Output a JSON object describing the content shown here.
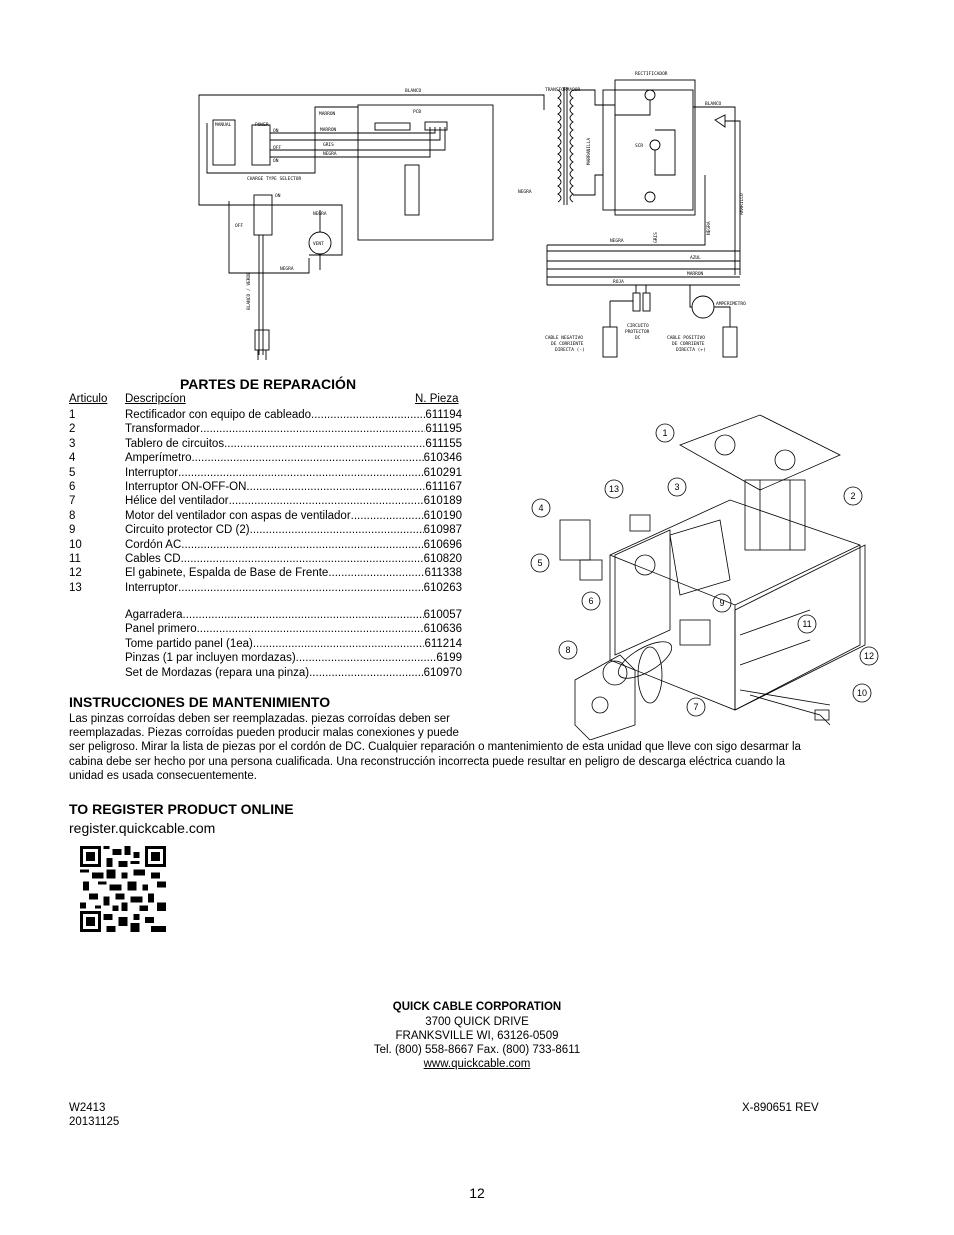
{
  "schematic_labels": {
    "blanco_top": "BLANCO",
    "transformador": "TRANSFORMADOR",
    "rectificador": "RECTIFICADOR",
    "blanco_right": "BLANCO",
    "marron_1": "MARRON",
    "pcb": "PCB",
    "manual": "MANUAL",
    "power": "POWER",
    "on_1": "ON",
    "off_1": "OFF",
    "on_2": "ON",
    "marron_2": "MARRON",
    "gris_1": "GRIS",
    "negra_1": "NEGRA",
    "charge_type_selector": "CHARGE TYPE SELECTOR",
    "off_2": "OFF",
    "on_3": "ON",
    "negra_2": "NEGRA",
    "vent": "VENT",
    "negra_3": "NEGRA",
    "blanco_verde": "BLANCO / VERDE",
    "marranilla": "MARRANILLA",
    "scr": "SCR",
    "amarillo": "AMARILLO",
    "negra_4": "NEGRA",
    "negra_5": "NEGRA",
    "gris_2": "GRIS",
    "negra_6": "NEGRA",
    "azul": "AZUL",
    "marron_3": "MARRON",
    "roja": "ROJA",
    "amperimetro": "AMPERIMETRO",
    "cable_negativo": "CABLE NEGATIVO",
    "de_corriente_1": "DE CORRIENTE",
    "directa_neg": "DIRECTA (-)",
    "circuito": "CIRCUITO",
    "protector": "PROTECTOR",
    "dc": "DC",
    "cable_positivo": "CABLE POSITIVO",
    "de_corriente_2": "DE CORRIENTE",
    "directa_pos": "DIRECTA (+)"
  },
  "parts": {
    "heading": "PARTES DE REPARACIÓN",
    "col_item": "Articulo",
    "col_desc": "Descripcíon",
    "col_pn": "N. Pieza",
    "rows": [
      {
        "num": "1",
        "desc": "Rectificador con equipo de cableado ",
        "pn": "611194"
      },
      {
        "num": "2",
        "desc": "Transformador ",
        "pn": "611195"
      },
      {
        "num": "3",
        "desc": "Tablero de circuitos ",
        "pn": "611155"
      },
      {
        "num": "4",
        "desc": "Amperímetro",
        "pn": "610346"
      },
      {
        "num": "5",
        "desc": "Interruptor ",
        "pn": "610291"
      },
      {
        "num": "6",
        "desc": "Interruptor ON-OFF-ON",
        "pn": "611167"
      },
      {
        "num": "7",
        "desc": "Hélice del ventilador ",
        "pn": "610189"
      },
      {
        "num": "8",
        "desc": "Motor del ventilador con aspas de ventilador ",
        "pn": "610190"
      },
      {
        "num": "9",
        "desc": "Circuito protector CD (2)",
        "pn": "610987"
      },
      {
        "num": "10",
        "desc": "Cordón AC",
        "pn": "610696"
      },
      {
        "num": "11",
        "desc": "Cables CD ",
        "pn": "610820"
      },
      {
        "num": "12",
        "desc": "El gabinete, Espalda de Base de Frente ",
        "pn": "611338"
      },
      {
        "num": "13",
        "desc": "Interruptor ",
        "pn": "610263"
      }
    ],
    "extra_rows": [
      {
        "num": "",
        "desc": "Agarradera",
        "pn": "610057"
      },
      {
        "num": "",
        "desc": "Panel primero ",
        "pn": "610636"
      },
      {
        "num": "",
        "desc": "Tome partido panel (1ea) ",
        "pn": "611214"
      },
      {
        "num": "",
        "desc": "Pinzas (1 par incluyen mordazas) ",
        "pn": "6199"
      },
      {
        "num": "",
        "desc": "Set de Mordazas (repara una pinza) ",
        "pn": "610970"
      }
    ]
  },
  "diagram_callouts": [
    "1",
    "2",
    "3",
    "4",
    "5",
    "6",
    "7",
    "8",
    "9",
    "10",
    "11",
    "12",
    "13"
  ],
  "maintenance": {
    "heading": "INSTRUCCIONES DE MANTENIMIENTO",
    "line1": "Las pinzas corroídas deben ser reemplazadas. piezas corroídas deben ser",
    "line2": "reemplazadas.  Piezas corroídas pueden producir malas conexiones y puede",
    "line3": "ser peligroso. Mirar la lista de piezas por el cordón de DC.  Cualquier reparación o mantenimiento de esta unidad que lleve con sigo desarmar la",
    "line4": "cabina debe ser hecho por una persona cualificada. Una reconstrucción incorrecta puede resultar en peligro de descarga eléctrica cuando la",
    "line5": "unidad es usada consecuentemente."
  },
  "register": {
    "heading": "TO REGISTER PRODUCT ONLINE",
    "url": "register.quickcable.com"
  },
  "company": {
    "name": "QUICK CABLE CORPORATION",
    "address": "3700 QUICK DRIVE",
    "city": "FRANKSVILLE WI, 63126-0509",
    "phone": "Tel. (800) 558-8667 Fax. (800) 733-8611",
    "website": "www.quickcable.com"
  },
  "footer": {
    "doc_code": "W2413",
    "date_code": "20131125",
    "rev": "X-890651 REV",
    "page": "12"
  }
}
